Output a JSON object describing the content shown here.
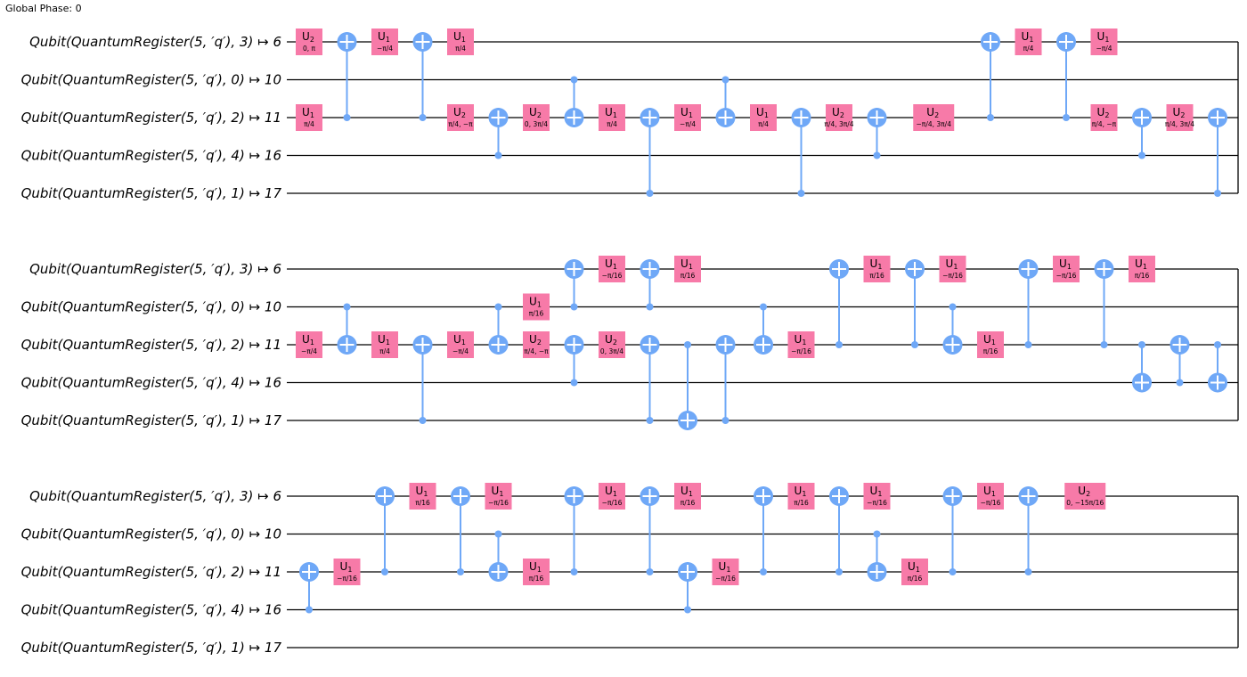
{
  "global_phase": "Global Phase: 0",
  "qubits": [
    {
      "label": "Qubit(QuantumRegister(5, ′q′), 3) ↦ 6"
    },
    {
      "label": "Qubit(QuantumRegister(5, ′q′), 0) ↦ 10"
    },
    {
      "label": "Qubit(QuantumRegister(5, ′q′), 2) ↦ 11"
    },
    {
      "label": "Qubit(QuantumRegister(5, ′q′), 4) ↦ 16"
    },
    {
      "label": "Qubit(QuantumRegister(5, ′q′), 1) ↦ 17"
    }
  ],
  "colors": {
    "single_qubit_gate": "#f77aa8",
    "cx": "#6fa8f7",
    "wire": "#000000"
  },
  "rows": [
    {
      "gates": [
        {
          "type": "u",
          "name": "U",
          "sub": "2",
          "param": "0, π",
          "q": 0,
          "col": 0
        },
        {
          "type": "u",
          "name": "U",
          "sub": "1",
          "param": "π/4",
          "q": 2,
          "col": 0
        },
        {
          "type": "cx",
          "c": 2,
          "t": 0,
          "col": 1
        },
        {
          "type": "u",
          "name": "U",
          "sub": "1",
          "param": "−π/4",
          "q": 0,
          "col": 2
        },
        {
          "type": "cx",
          "c": 2,
          "t": 0,
          "col": 3
        },
        {
          "type": "u",
          "name": "U",
          "sub": "1",
          "param": "π/4",
          "q": 0,
          "col": 4
        },
        {
          "type": "u",
          "name": "U",
          "sub": "2",
          "param": "π/4, −π",
          "q": 2,
          "col": 4
        },
        {
          "type": "cx",
          "c": 3,
          "t": 2,
          "col": 5
        },
        {
          "type": "u",
          "name": "U",
          "sub": "2",
          "param": "0, 3π/4",
          "q": 2,
          "col": 6
        },
        {
          "type": "cx",
          "c": 1,
          "t": 2,
          "col": 7
        },
        {
          "type": "u",
          "name": "U",
          "sub": "1",
          "param": "π/4",
          "q": 2,
          "col": 8
        },
        {
          "type": "cx",
          "c": 4,
          "t": 2,
          "col": 9
        },
        {
          "type": "u",
          "name": "U",
          "sub": "1",
          "param": "−π/4",
          "q": 2,
          "col": 10
        },
        {
          "type": "cx",
          "c": 1,
          "t": 2,
          "col": 11
        },
        {
          "type": "u",
          "name": "U",
          "sub": "1",
          "param": "π/4",
          "q": 2,
          "col": 12
        },
        {
          "type": "cx",
          "c": 4,
          "t": 2,
          "col": 13
        },
        {
          "type": "u",
          "name": "U",
          "sub": "2",
          "param": "π/4, 3π/4",
          "q": 2,
          "col": 14
        },
        {
          "type": "cx",
          "c": 3,
          "t": 2,
          "col": 15
        },
        {
          "type": "u",
          "name": "U",
          "sub": "2",
          "param": "−π/4, 3π/4",
          "q": 2,
          "col": 16.5,
          "wide": true
        },
        {
          "type": "cx",
          "c": 2,
          "t": 0,
          "col": 18
        },
        {
          "type": "u",
          "name": "U",
          "sub": "1",
          "param": "π/4",
          "q": 0,
          "col": 19
        },
        {
          "type": "cx",
          "c": 2,
          "t": 0,
          "col": 20
        },
        {
          "type": "u",
          "name": "U",
          "sub": "1",
          "param": "−π/4",
          "q": 0,
          "col": 21
        },
        {
          "type": "u",
          "name": "U",
          "sub": "2",
          "param": "π/4, −π",
          "q": 2,
          "col": 21
        },
        {
          "type": "cx",
          "c": 3,
          "t": 2,
          "col": 22
        },
        {
          "type": "u",
          "name": "U",
          "sub": "2",
          "param": "π/4, 3π/4",
          "q": 2,
          "col": 23
        },
        {
          "type": "cx",
          "c": 4,
          "t": 2,
          "col": 24
        }
      ]
    },
    {
      "gates": [
        {
          "type": "u",
          "name": "U",
          "sub": "1",
          "param": "−π/4",
          "q": 2,
          "col": 0
        },
        {
          "type": "cx",
          "c": 1,
          "t": 2,
          "col": 1
        },
        {
          "type": "u",
          "name": "U",
          "sub": "1",
          "param": "π/4",
          "q": 2,
          "col": 2
        },
        {
          "type": "cx",
          "c": 4,
          "t": 2,
          "col": 3
        },
        {
          "type": "u",
          "name": "U",
          "sub": "1",
          "param": "−π/4",
          "q": 2,
          "col": 4
        },
        {
          "type": "cx",
          "c": 1,
          "t": 2,
          "col": 5
        },
        {
          "type": "u",
          "name": "U",
          "sub": "1",
          "param": "π/16",
          "q": 1,
          "col": 6
        },
        {
          "type": "u",
          "name": "U",
          "sub": "2",
          "param": "π/4, −π",
          "q": 2,
          "col": 6
        },
        {
          "type": "cx",
          "c": 1,
          "t": 0,
          "col": 7
        },
        {
          "type": "cx",
          "c": 3,
          "t": 2,
          "col": 7
        },
        {
          "type": "u",
          "name": "U",
          "sub": "1",
          "param": "−π/16",
          "q": 0,
          "col": 8
        },
        {
          "type": "u",
          "name": "U",
          "sub": "2",
          "param": "0, 3π/4",
          "q": 2,
          "col": 8
        },
        {
          "type": "cx",
          "c": 1,
          "t": 0,
          "col": 9
        },
        {
          "type": "cx",
          "c": 4,
          "t": 2,
          "col": 9
        },
        {
          "type": "u",
          "name": "U",
          "sub": "1",
          "param": "π/16",
          "q": 0,
          "col": 10
        },
        {
          "type": "cx",
          "c": 2,
          "t": 4,
          "col": 10
        },
        {
          "type": "cx",
          "c": 4,
          "t": 2,
          "col": 11
        },
        {
          "type": "cx",
          "c": 1,
          "t": 2,
          "col": 12
        },
        {
          "type": "u",
          "name": "U",
          "sub": "1",
          "param": "−π/16",
          "q": 2,
          "col": 13
        },
        {
          "type": "cx",
          "c": 2,
          "t": 0,
          "col": 14
        },
        {
          "type": "u",
          "name": "U",
          "sub": "1",
          "param": "π/16",
          "q": 0,
          "col": 15
        },
        {
          "type": "cx",
          "c": 2,
          "t": 0,
          "col": 16
        },
        {
          "type": "u",
          "name": "U",
          "sub": "1",
          "param": "−π/16",
          "q": 0,
          "col": 17
        },
        {
          "type": "cx",
          "c": 1,
          "t": 2,
          "col": 17
        },
        {
          "type": "u",
          "name": "U",
          "sub": "1",
          "param": "π/16",
          "q": 2,
          "col": 18
        },
        {
          "type": "cx",
          "c": 2,
          "t": 0,
          "col": 19
        },
        {
          "type": "u",
          "name": "U",
          "sub": "1",
          "param": "−π/16",
          "q": 0,
          "col": 20
        },
        {
          "type": "cx",
          "c": 2,
          "t": 0,
          "col": 21
        },
        {
          "type": "u",
          "name": "U",
          "sub": "1",
          "param": "π/16",
          "q": 0,
          "col": 22
        },
        {
          "type": "cx",
          "c": 2,
          "t": 3,
          "col": 22
        },
        {
          "type": "cx",
          "c": 3,
          "t": 2,
          "col": 23
        },
        {
          "type": "cx",
          "c": 2,
          "t": 3,
          "col": 24
        }
      ]
    },
    {
      "gates": [
        {
          "type": "cx",
          "c": 3,
          "t": 2,
          "col": 0
        },
        {
          "type": "u",
          "name": "U",
          "sub": "1",
          "param": "−π/16",
          "q": 2,
          "col": 1
        },
        {
          "type": "cx",
          "c": 2,
          "t": 0,
          "col": 2
        },
        {
          "type": "u",
          "name": "U",
          "sub": "1",
          "param": "π/16",
          "q": 0,
          "col": 3
        },
        {
          "type": "cx",
          "c": 2,
          "t": 0,
          "col": 4
        },
        {
          "type": "u",
          "name": "U",
          "sub": "1",
          "param": "−π/16",
          "q": 0,
          "col": 5
        },
        {
          "type": "cx",
          "c": 1,
          "t": 2,
          "col": 5
        },
        {
          "type": "u",
          "name": "U",
          "sub": "1",
          "param": "π/16",
          "q": 2,
          "col": 6
        },
        {
          "type": "cx",
          "c": 2,
          "t": 0,
          "col": 7
        },
        {
          "type": "u",
          "name": "U",
          "sub": "1",
          "param": "−π/16",
          "q": 0,
          "col": 8
        },
        {
          "type": "cx",
          "c": 2,
          "t": 0,
          "col": 9
        },
        {
          "type": "u",
          "name": "U",
          "sub": "1",
          "param": "π/16",
          "q": 0,
          "col": 10
        },
        {
          "type": "cx",
          "c": 3,
          "t": 2,
          "col": 10
        },
        {
          "type": "u",
          "name": "U",
          "sub": "1",
          "param": "−π/16",
          "q": 2,
          "col": 11
        },
        {
          "type": "cx",
          "c": 2,
          "t": 0,
          "col": 12
        },
        {
          "type": "u",
          "name": "U",
          "sub": "1",
          "param": "π/16",
          "q": 0,
          "col": 13
        },
        {
          "type": "cx",
          "c": 2,
          "t": 0,
          "col": 14
        },
        {
          "type": "u",
          "name": "U",
          "sub": "1",
          "param": "−π/16",
          "q": 0,
          "col": 15
        },
        {
          "type": "cx",
          "c": 1,
          "t": 2,
          "col": 15
        },
        {
          "type": "u",
          "name": "U",
          "sub": "1",
          "param": "π/16",
          "q": 2,
          "col": 16
        },
        {
          "type": "cx",
          "c": 2,
          "t": 0,
          "col": 17
        },
        {
          "type": "u",
          "name": "U",
          "sub": "1",
          "param": "−π/16",
          "q": 0,
          "col": 18
        },
        {
          "type": "cx",
          "c": 2,
          "t": 0,
          "col": 19
        },
        {
          "type": "u",
          "name": "U",
          "sub": "2",
          "param": "0, −15π/16",
          "q": 0,
          "col": 20.5,
          "wide": true
        }
      ]
    }
  ]
}
